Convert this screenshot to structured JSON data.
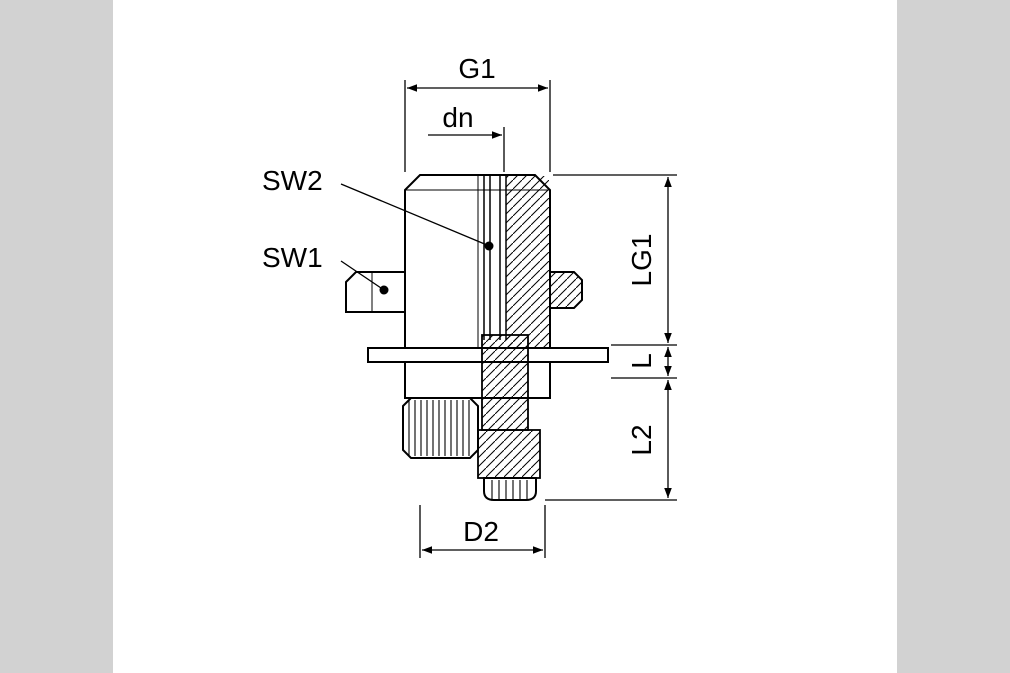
{
  "page": {
    "background_color": "#ffffff",
    "margin_band_color": "#d2d2d2",
    "line_color": "#000000"
  },
  "diagram": {
    "labels": {
      "g1": "G1",
      "dn": "dn",
      "sw2": "SW2",
      "sw1": "SW1",
      "lg1": "LG1",
      "l": "L",
      "l2": "L2",
      "d2": "D2"
    }
  }
}
